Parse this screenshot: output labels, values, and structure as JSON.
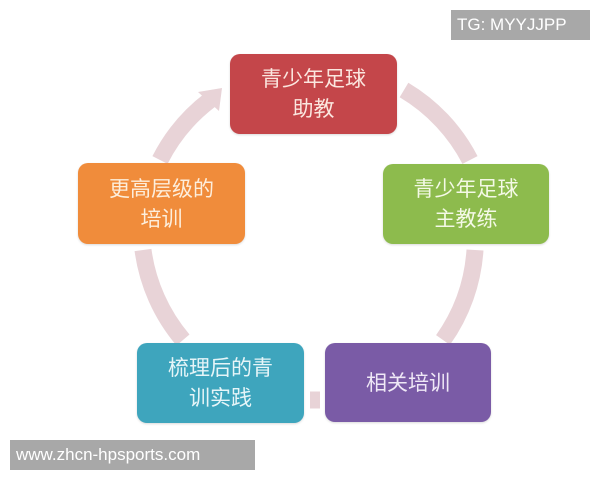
{
  "diagram": {
    "type": "cycle",
    "ring_color": "#e8d3d7",
    "nodes": [
      {
        "id": "top",
        "line1": "青少年足球",
        "line2": "助教",
        "color": "#c4464a"
      },
      {
        "id": "right",
        "line1": "青少年足球",
        "line2": "主教练",
        "color": "#8dbb4d"
      },
      {
        "id": "bottom-right",
        "line1": "相关培训",
        "line2": "",
        "color": "#7a5ba6"
      },
      {
        "id": "bottom-left",
        "line1": "梳理后的青",
        "line2": "训实践",
        "color": "#3ea5bd"
      },
      {
        "id": "left",
        "line1": "更高层级的",
        "line2": "培训",
        "color": "#f08c3b"
      }
    ],
    "flow": [
      "top",
      "right",
      "bottom-right",
      "bottom-left",
      "left",
      "top"
    ]
  },
  "watermarks": {
    "top_right": "TG: MYYJJPP",
    "bottom_left": "www.zhcn-hpsports.com"
  }
}
